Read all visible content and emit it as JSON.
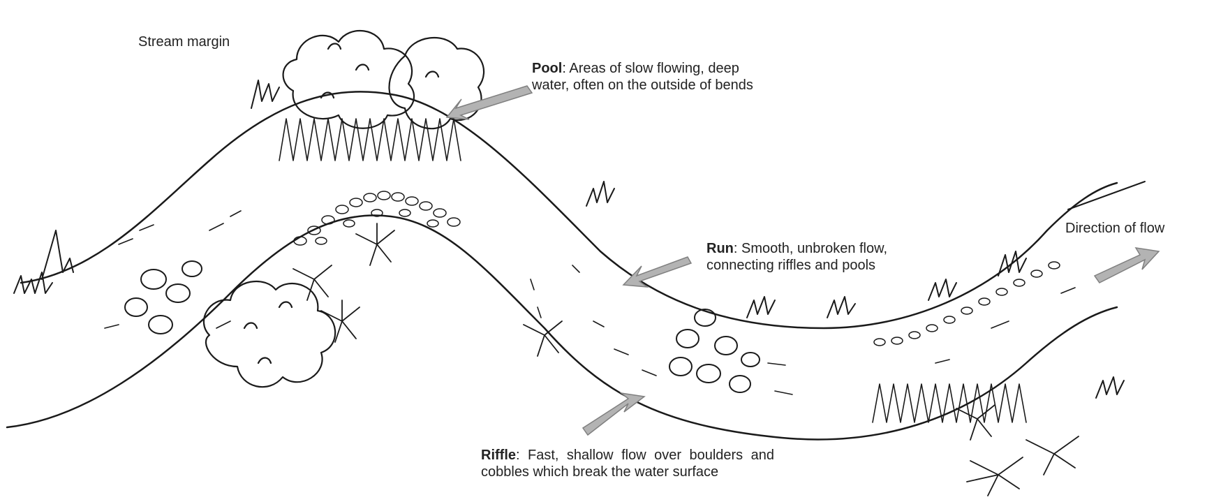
{
  "labels": {
    "stream_margin": "Stream margin",
    "direction_of_flow": "Direction of flow",
    "pool": {
      "term": "Pool",
      "text": ": Areas of slow flowing, deep",
      "text2": "water, often on the outside of bends"
    },
    "run": {
      "term": "Run",
      "text": ": Smooth, unbroken flow,",
      "text2": "connecting riffles and pools"
    },
    "riffle": {
      "term": "Riffle",
      "text": ": Fast, shallow flow over boulders and cobbles which break the water surface"
    }
  },
  "colors": {
    "arrow_fill": "#b3b3b3",
    "arrow_stroke": "#808080",
    "ink": "#1a1a1a"
  }
}
